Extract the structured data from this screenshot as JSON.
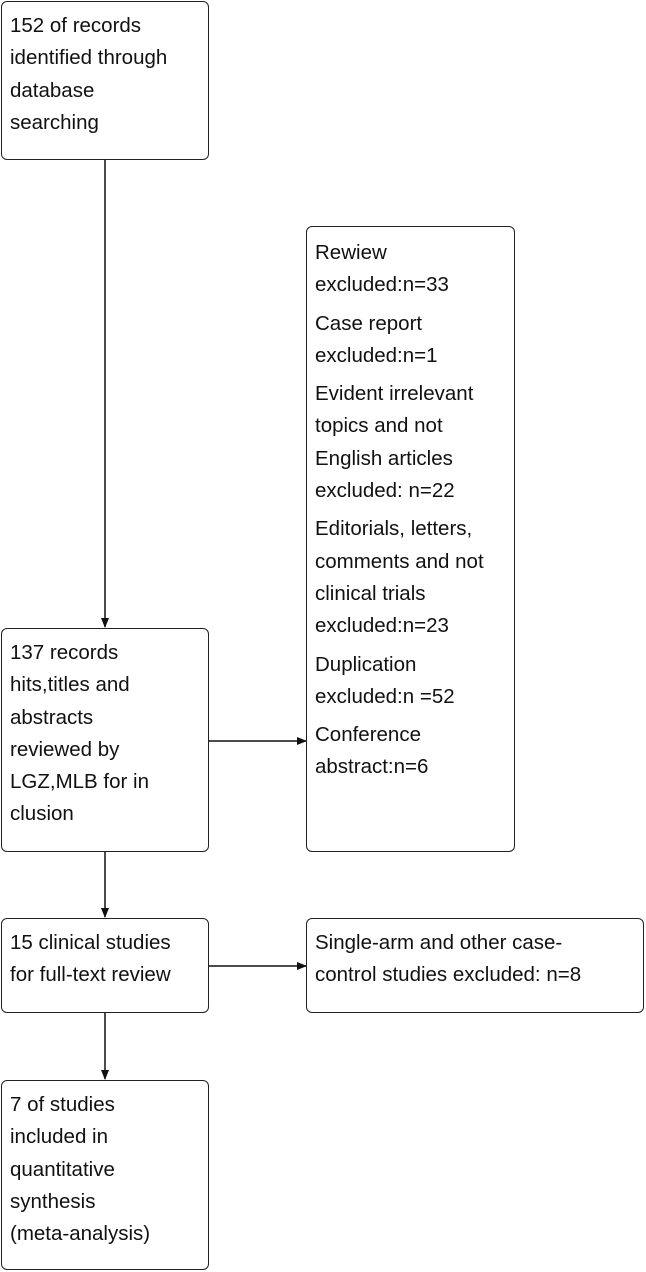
{
  "boxes": {
    "identified": "152 of records\nidentified through\ndatabase\nsearching",
    "screened": "137 records\nhits,titles and\nabstracts\nreviewed by\nLGZ,MLB for in\nclusion",
    "fulltext": "15 clinical studies\nfor full-text review",
    "included": "7 of studies\nincluded in\nquantitative\nsynthesis\n(meta-analysis)",
    "fulltext_excluded": "Single-arm and other case-\ncontrol studies excluded: n=8"
  },
  "exclusions": [
    "Rewiew\nexcluded:n=33",
    "Case report\nexcluded:n=1",
    "Evident irrelevant\ntopics and not\nEnglish articles\nexcluded: n=22",
    "Editorials, letters,\ncomments and not\nclinical trials\nexcluded:n=23",
    "Duplication\nexcluded:n =52",
    "Conference\nabstract:n=6"
  ]
}
